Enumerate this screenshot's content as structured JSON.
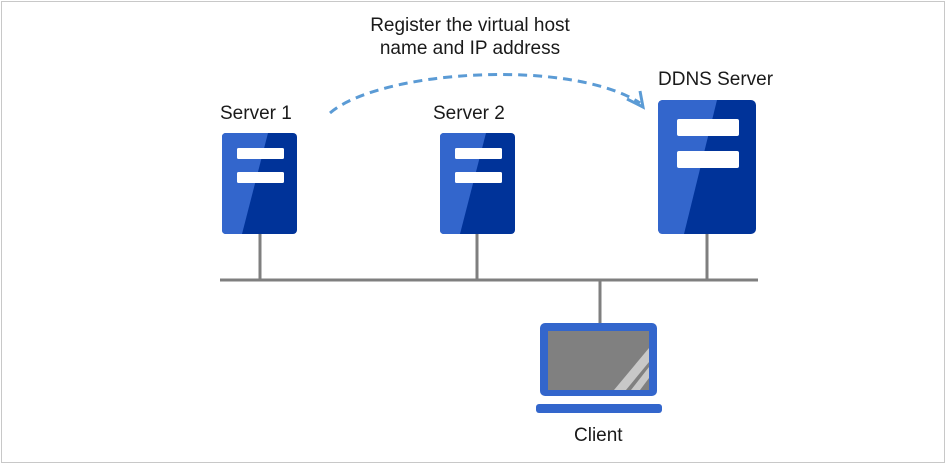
{
  "annotation": {
    "line1": "Register the virtual host",
    "line2": "name and IP address"
  },
  "nodes": {
    "server1": "Server 1",
    "server2": "Server 2",
    "ddns": "DDNS Server",
    "client": "Client"
  },
  "colors": {
    "server_dark": "#003399",
    "server_light": "#3366cc",
    "line": "#7f7f7f",
    "arrow": "#5b9bd5",
    "screen": "#808080"
  }
}
